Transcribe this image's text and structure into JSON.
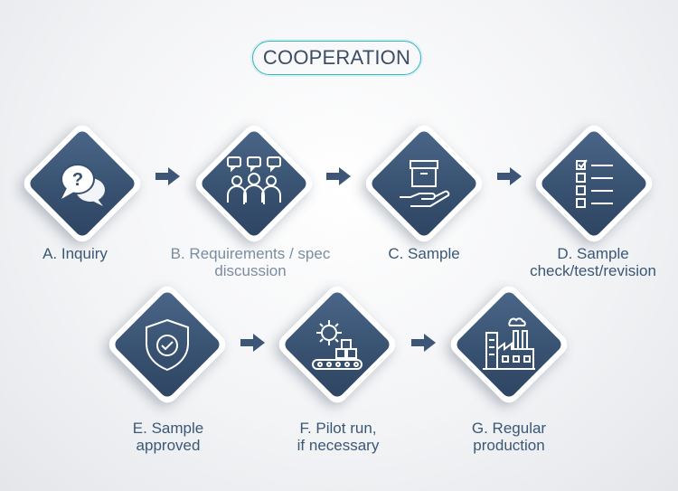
{
  "title": "COOPERATION",
  "steps": [
    {
      "id": "a",
      "icon": "question-chat-icon",
      "lines": [
        "A. Inquiry"
      ]
    },
    {
      "id": "b",
      "icon": "team-discussion-icon",
      "lines": [
        "B. Requirements / spec",
        "discussion"
      ]
    },
    {
      "id": "c",
      "icon": "box-on-hand-icon",
      "lines": [
        "C. Sample"
      ]
    },
    {
      "id": "d",
      "icon": "checklist-icon",
      "lines": [
        "D. Sample",
        "check/test/revision"
      ]
    },
    {
      "id": "e",
      "icon": "shield-check-icon",
      "lines": [
        "E. Sample",
        "approved"
      ]
    },
    {
      "id": "f",
      "icon": "gear-conveyor-icon",
      "lines": [
        "F. Pilot run,",
        "if necessary"
      ]
    },
    {
      "id": "g",
      "icon": "factory-icon",
      "lines": [
        "G. Regular",
        "production"
      ]
    }
  ],
  "colors": {
    "diamond": "#3d5677",
    "accent": "#2fb7c4",
    "label": "#3a5876",
    "arrow": "#3d5677"
  }
}
